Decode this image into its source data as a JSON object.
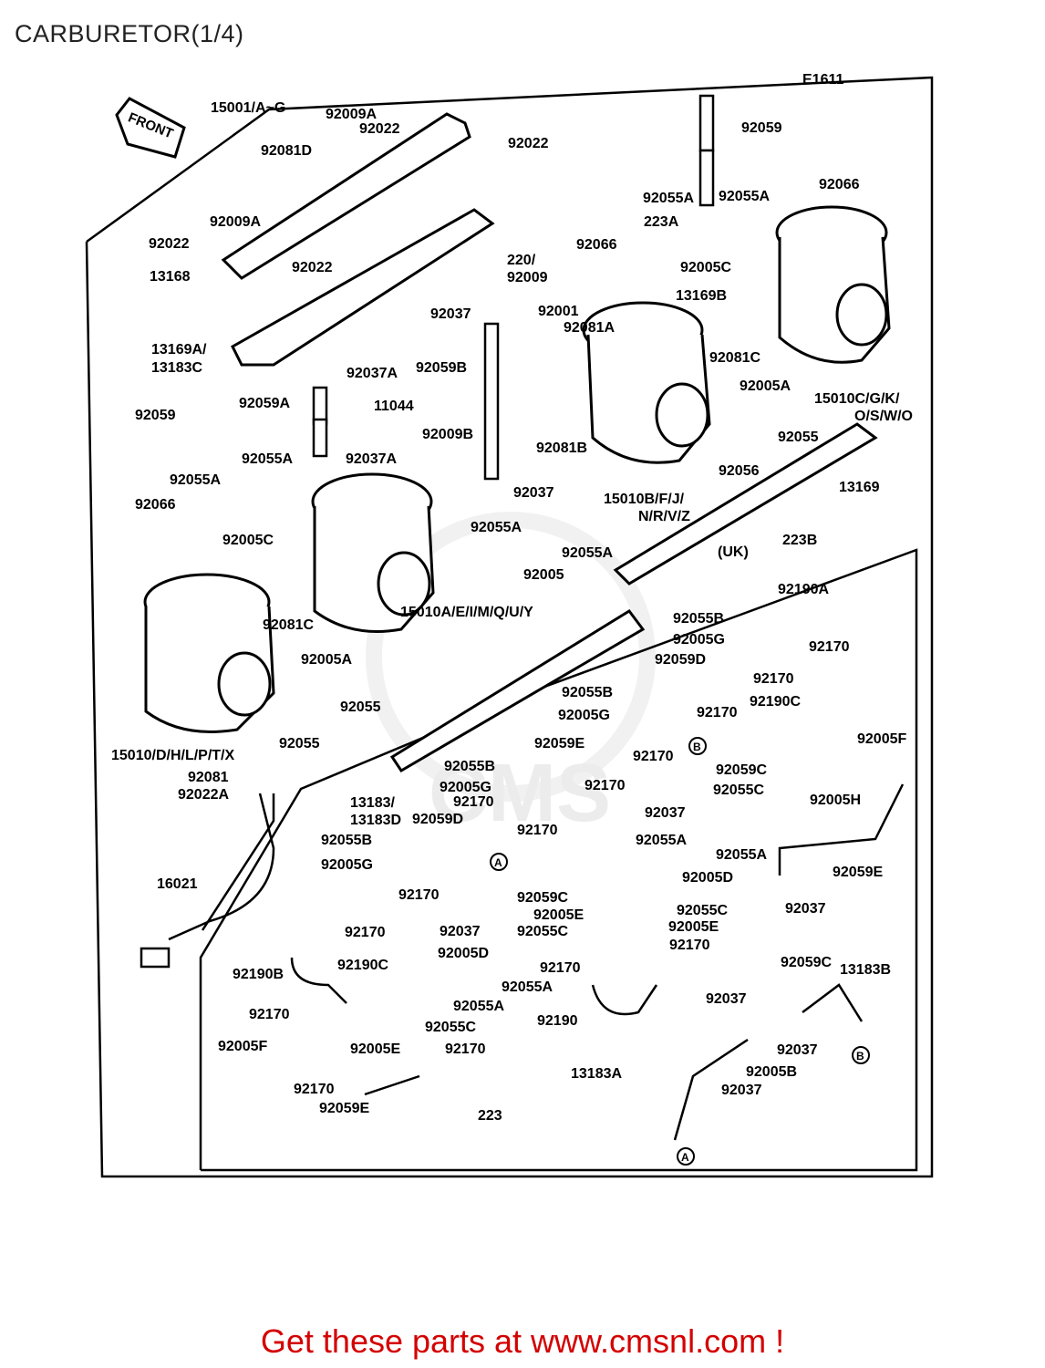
{
  "title": "CARBURETOR(1/4)",
  "diagram_code": "E1611",
  "front_label": "FRONT",
  "watermark": "CMS",
  "region_label": "(UK)",
  "cta": {
    "text": "Get these parts at www.cmsnl.com !"
  },
  "parts": {
    "p15001": "15001/A~G",
    "p92009A_1": "92009A",
    "p92022_1": "92022",
    "p92022_2": "92022",
    "p92081D": "92081D",
    "p92009A_2": "92009A",
    "p92022_3": "92022",
    "p13168": "13168",
    "p92022_4": "92022",
    "p220": "220/",
    "p92009_a": "92009",
    "p13169A": "13169A/",
    "p13183C": "13183C",
    "p92037A_1": "92037A",
    "p92059A": "92059A",
    "p11044": "11044",
    "p92059_1": "92059",
    "p92009B": "92009B",
    "p92055A_1": "92055A",
    "p92037A_2": "92037A",
    "p92055A_2": "92055A",
    "p92066_1": "92066",
    "p92005C_1": "92005C",
    "p92081C_1": "92081C",
    "p15010A": "15010A/E/I/M/Q/U/Y",
    "p92005A_1": "92005A",
    "p92055_1": "92055",
    "p92055_2": "92055",
    "p15010D": "15010/D/H/L/P/T/X",
    "p92081": "92081",
    "p92022A": "92022A",
    "p16021": "16021",
    "p92059_2": "92059",
    "p92066_2": "92066",
    "p92055A_3": "92055A",
    "p92055A_4": "92055A",
    "p223A": "223A",
    "p92005C_2": "92005C",
    "p92066_3": "92066",
    "p13169B": "13169B",
    "p92037_1": "92037",
    "p92001": "92001",
    "p92081A": "92081A",
    "p92059B": "92059B",
    "p92081C_2": "92081C",
    "p92005A_2": "92005A",
    "p15010C": "15010C/G/K/",
    "p15010C2": "O/S/W/O",
    "p92055_3": "92055",
    "p92081B": "92081B",
    "p92056": "92056",
    "p13169": "13169",
    "p92037_2": "92037",
    "p15010B": "15010B/F/J/",
    "p15010B2": "N/R/V/Z",
    "p92055A_5": "92055A",
    "p223B": "223B",
    "p92005": "92005",
    "p92055A_6": "92055A",
    "p92190A": "92190A",
    "p92055B_1": "92055B",
    "p92005G_1": "92005G",
    "p92170_1": "92170",
    "p92059D_1": "92059D",
    "p92170_2": "92170",
    "p92055B_2": "92055B",
    "p92190C_1": "92190C",
    "p92005G_2": "92005G",
    "p92170_3": "92170",
    "p92059E_1": "92059E",
    "p92170_4": "92170",
    "p92170_5": "92170",
    "p92055B_3": "92055B",
    "p92059C_1": "92059C",
    "p92005F_1": "92005F",
    "p92005G_3": "92005G",
    "p92055C_1": "92055C",
    "p13183": "13183/",
    "p13183D": "13183D",
    "p92170_6": "92170",
    "p92005H": "92005H",
    "p92059D_2": "92059D",
    "p92037_3": "92037",
    "p92170_7": "92170",
    "p92055B_4": "92055B",
    "p92055A_7": "92055A",
    "p92055A_8": "92055A",
    "p92005G_4": "92005G",
    "p92170_8": "92170",
    "p92005D_1": "92005D",
    "p92059E_2": "92059E",
    "p92059C_2": "92059C",
    "p92005E_1": "92005E",
    "p92055C_2": "92055C",
    "p92170_9": "92170",
    "p92037_4": "92037",
    "p92055C_3": "92055C",
    "p92005E_2": "92005E",
    "p92037_5": "92037",
    "p92005D_2": "92005D",
    "p92170_10": "92170",
    "p92190C_2": "92190C",
    "p92059C_3": "92059C",
    "p92190B": "92190B",
    "p92055A_9": "92055A",
    "p13183B": "13183B",
    "p92055A_10": "92055A",
    "p92170_11": "92170",
    "p92190": "92190",
    "p92037_6": "92037",
    "p92055C_4": "92055C",
    "p92005F_2": "92005F",
    "p92005E_3": "92005E",
    "p92170_12": "92170",
    "p92037_7": "92037",
    "p92005B": "92005B",
    "p92170_13": "92170",
    "p13183A": "13183A",
    "p92037_8": "92037",
    "p92059E_3": "92059E",
    "p223": "223"
  },
  "markers": {
    "a": "A",
    "b": "B"
  }
}
